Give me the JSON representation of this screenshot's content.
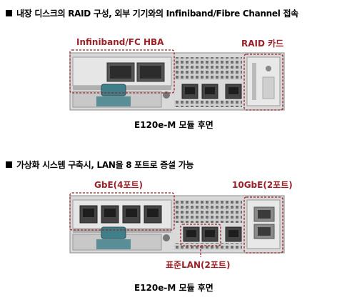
{
  "section1": {
    "heading": "내장 디스크의 RAID 구성, 외부 기기와의 Infiniband/Fibre Channel 접속",
    "label_left": "Infiniband/FC HBA",
    "label_right": "RAID 카드",
    "caption": "E120e-M 모듈 후면"
  },
  "section2": {
    "heading": "가상화 시스템 구축시, LAN을 8 포트로 증설 가능",
    "label_left": "GbE(4포트)",
    "label_right": "10GbE(2포트)",
    "label_bottom": "표준LAN(2포트)",
    "caption": "E120e-M 모듈 후면"
  },
  "colors": {
    "annotation": "#9b2027",
    "chassis": "#d9d9d9",
    "chassis_dark": "#8a8a8a",
    "serial_port": "#3f7f8a"
  },
  "icons": [
    "square-bullet-icon",
    "rj45-port-icon",
    "serial-port-icon",
    "sfp-port-icon"
  ]
}
